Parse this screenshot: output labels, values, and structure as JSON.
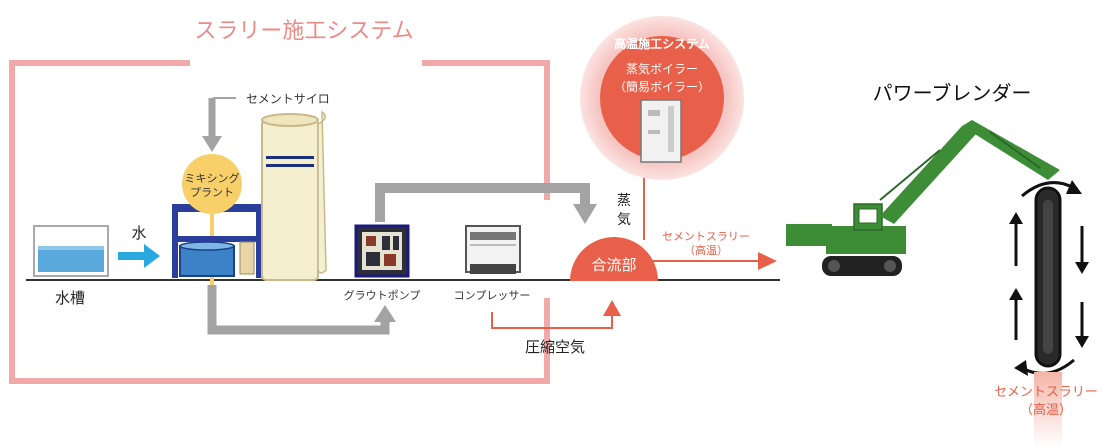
{
  "system_title": "スラリー施工システム",
  "labels": {
    "water_tank": "水槽",
    "water": "水",
    "cement_silo": "セメントサイロ",
    "mixing_plant_line1": "ミキシング",
    "mixing_plant_line2": "プラント",
    "grout_pump": "グラウトポンプ",
    "compressor": "コンプレッサー",
    "compressed_air": "圧縮空気",
    "steam_line1": "蒸",
    "steam_line2": "気",
    "confluence": "合流部",
    "slurry_line1": "セメントスラリー",
    "slurry_line2": "（高温）",
    "power_blender": "パワーブレンダー",
    "bottom_slurry_line1": "セメントスラリー",
    "bottom_slurry_line2": "（高温）"
  },
  "high_temp": {
    "title": "高温施工システム",
    "line1": "蒸気ボイラー",
    "line2": "（簡易ボイラー）"
  },
  "colors": {
    "frame": "#f2a9a9",
    "orange_red": "#e9604a",
    "water_blue": "#2aa8e0",
    "gray": "#a3a3a3",
    "yellow": "#f8d06a",
    "excavator_green": "#3c8d35",
    "navy": "#1a2f7a"
  }
}
